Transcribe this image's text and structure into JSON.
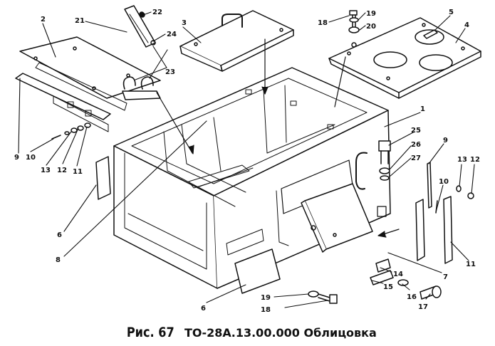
{
  "figure": {
    "label": "Рис. 67",
    "title": "ТО-28А.13.00.000  Облицовка"
  },
  "callouts": [
    "1",
    "2",
    "3",
    "4",
    "5",
    "6",
    "6",
    "7",
    "8",
    "9",
    "9",
    "10",
    "10",
    "11",
    "11",
    "12",
    "12",
    "13",
    "13",
    "14",
    "15",
    "16",
    "17",
    "18",
    "18",
    "19",
    "19",
    "20",
    "21",
    "22",
    "23",
    "24",
    "25",
    "26",
    "27"
  ]
}
